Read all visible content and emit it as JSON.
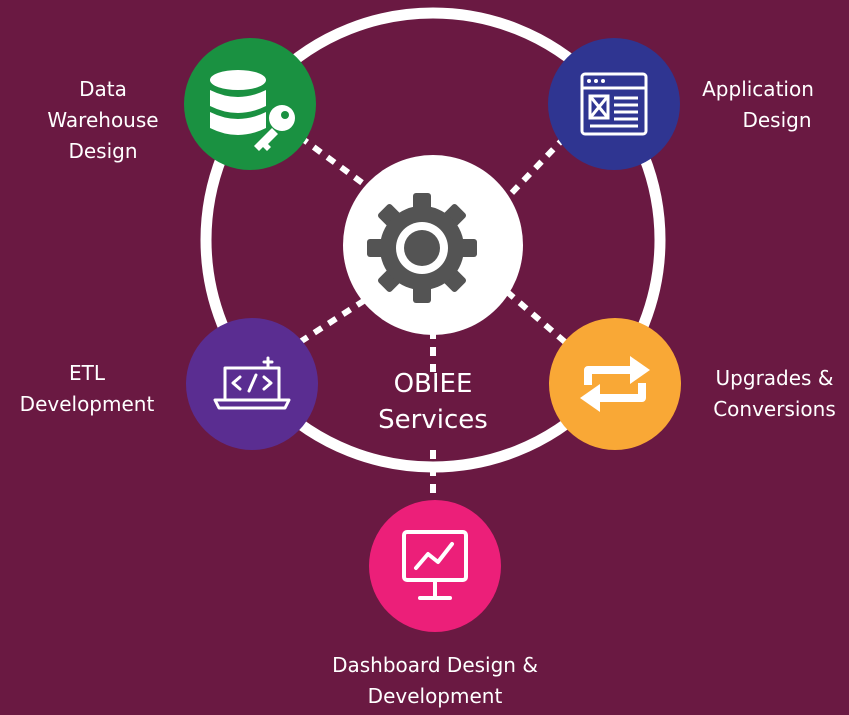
{
  "center": {
    "line1": "OBIEE",
    "line2": "Services",
    "icon": "gear-icon"
  },
  "services": [
    {
      "lines": [
        "Data",
        "Warehouse",
        "Design"
      ],
      "color": "#1a9141",
      "icon": "database-key-icon"
    },
    {
      "lines": [
        "Application",
        "Design"
      ],
      "color": "#2f3591",
      "icon": "browser-window-icon"
    },
    {
      "lines": [
        "ETL",
        "Development"
      ],
      "color": "#5a2d91",
      "icon": "laptop-code-icon"
    },
    {
      "lines": [
        "Upgrades &",
        "Conversions"
      ],
      "color": "#f9a836",
      "icon": "refresh-arrows-icon"
    },
    {
      "lines": [
        "Dashboard Design &",
        "Development"
      ],
      "color": "#ec1f79",
      "icon": "monitor-chart-icon"
    }
  ],
  "colors": {
    "background": "#6a1942",
    "ring": "#ffffff",
    "center_fill": "#ffffff",
    "gear": "#545454"
  }
}
